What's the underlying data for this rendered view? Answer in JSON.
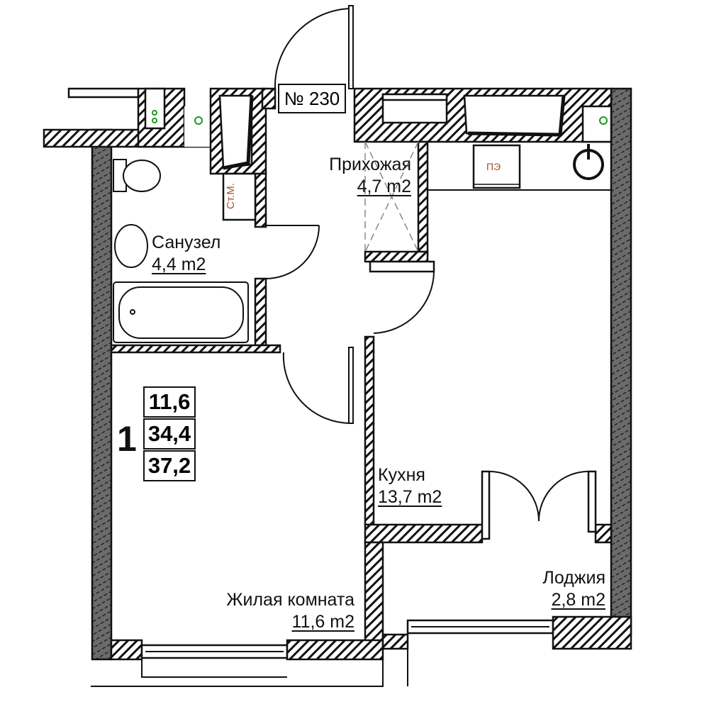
{
  "apartment": {
    "number_label": "№ 230",
    "rooms_count": "1",
    "areas": [
      "11,6",
      "34,4",
      "37,2"
    ]
  },
  "rooms": {
    "hallway": {
      "name": "Прихожая",
      "area": "4,7 m2"
    },
    "bathroom": {
      "name": "Санузел",
      "area": "4,4 m2"
    },
    "kitchen": {
      "name": "Кухня",
      "area": "13,7 m2"
    },
    "loggia": {
      "name": "Лоджия",
      "area": "2,8 m2"
    },
    "living": {
      "name": "Жилая комната",
      "area": "11,6 m2"
    }
  },
  "fixtures": {
    "riser_label": "Ст.М.",
    "stove_label": "ПЭ"
  },
  "colors": {
    "wall": "#111111",
    "exterior_wall": "#6b6b6b",
    "fixture_text": "#a0522d",
    "riser": "#1a9a1a"
  }
}
